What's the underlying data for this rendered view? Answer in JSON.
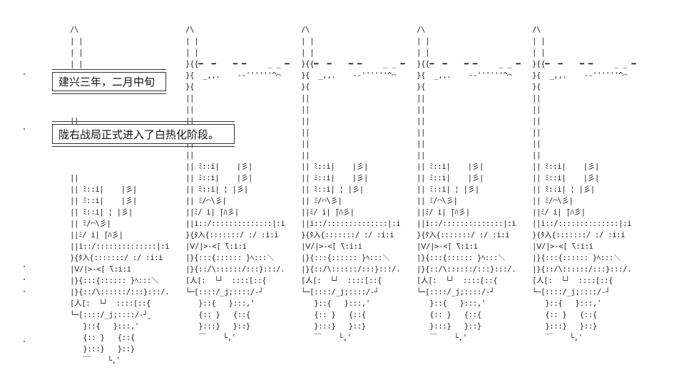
{
  "captions": {
    "line1": "建兴三年，二月中旬",
    "line2": "陇右战局正式进入了白热化阶段。"
  },
  "figure_plain": "  /\\\n  | |\n  | |\n  | |\n\n\n\n\n  ||\n\n\n\n\n  ||\n  || ﾐ::i|    |彡|\n  || ﾐ::i|    |彡|\n  || ﾐ::i| ¦ |彡|\n  || ﾐ/⌒\\彡|\n  ||ﾐ/ i| ̄|ﾊ彡|\n  ||i::/::::::::::::::|:i\n  }{ﾀ入{:::::::/ :/ :i:i\n  |Ⅴ/|>-<[ ̄\\:i:i\n  |}{:::{:::::: }ﾍ:::＼\n  |}{::/\\::::::/:::}:::/.\n  [人[:  └┘  ::::[::{\n  └─[::::/_j;::::/-┘\n     }::{   }:::,'\n     {:: }   {::{\n     }:::}   }::}\n     ￣    └,'",
  "figure_flag": "  /\\\n  | |\n  | |\n  }{{━  ━    ━ ━     _ _ ━\n  }{  _,,.    ‐‐''''''^⌒\n  }{\n  ||\n  ||\n  ||\n  ||\n  ||\n  ||\n  || ﾐ::i|    |彡|\n  || ﾐ::i|    |彡|\n  || ﾐ::i| ¦ |彡|\n  || ﾐ/⌒\\彡|\n  ||ﾐ/ i| ̄|ﾊ彡|\n  ||i::/::::::::::::::|:i\n  }{ﾀ入{:::::::/ :/ :i:i\n  |Ⅴ/|>-<[ ̄\\:i:i\n  |}{:::{:::::: }ﾍ:::＼\n  |}{::/\\::::::/:::}:::/.\n  [人[:  └┘  ::::[::{\n  └─[::::/_j;::::/-┘\n     }::{   }:::,'\n     {:: }   {::{\n     }:::}   }::}\n     ￣    └,'"
}
